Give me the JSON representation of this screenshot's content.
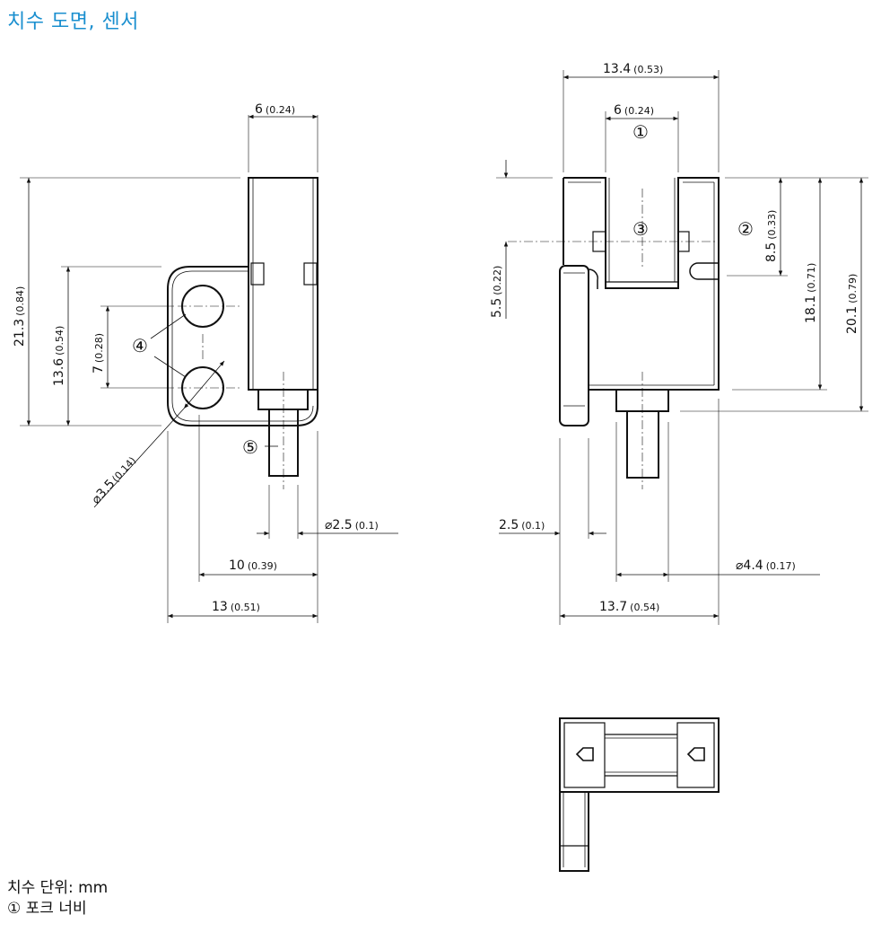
{
  "title": "치수 도면, 센서",
  "notes": {
    "units": "치수 단위: mm",
    "fork_width": "① 포크 너비"
  },
  "callouts": {
    "c1": "①",
    "c2": "②",
    "c3": "③",
    "c4": "④",
    "c5": "⑤"
  },
  "dimensions": {
    "side_top_width": {
      "main": "6",
      "alt": "(0.24)"
    },
    "side_height_total": {
      "main": "21.3",
      "alt": "(0.84)"
    },
    "side_flange_height": {
      "main": "13.6",
      "alt": "(0.54)"
    },
    "side_hole_pitch": {
      "main": "7",
      "alt": "(0.28)"
    },
    "side_hole_diameter": {
      "main": "⌀3.5",
      "alt": "(0.14)"
    },
    "side_pin_diameter": {
      "main": "⌀2.5",
      "alt": "(0.1)"
    },
    "side_hole_to_edge": {
      "main": "10",
      "alt": "(0.39)"
    },
    "side_flange_width": {
      "main": "13",
      "alt": "(0.51)"
    },
    "front_total_width": {
      "main": "13.4",
      "alt": "(0.53)"
    },
    "front_fork_width": {
      "main": "6",
      "alt": "(0.24)"
    },
    "front_slot_depth": {
      "main": "5.5",
      "alt": "(0.22)"
    },
    "front_axis_height": {
      "main": "8.5",
      "alt": "(0.33)"
    },
    "front_body_height": {
      "main": "18.1",
      "alt": "(0.71)"
    },
    "front_total_height": {
      "main": "20.1",
      "alt": "(0.79)"
    },
    "front_flange_thickness": {
      "main": "2.5",
      "alt": "(0.1)"
    },
    "front_connector_diameter": {
      "main": "⌀4.4",
      "alt": "(0.17)"
    },
    "front_overall_width": {
      "main": "13.7",
      "alt": "(0.54)"
    }
  }
}
